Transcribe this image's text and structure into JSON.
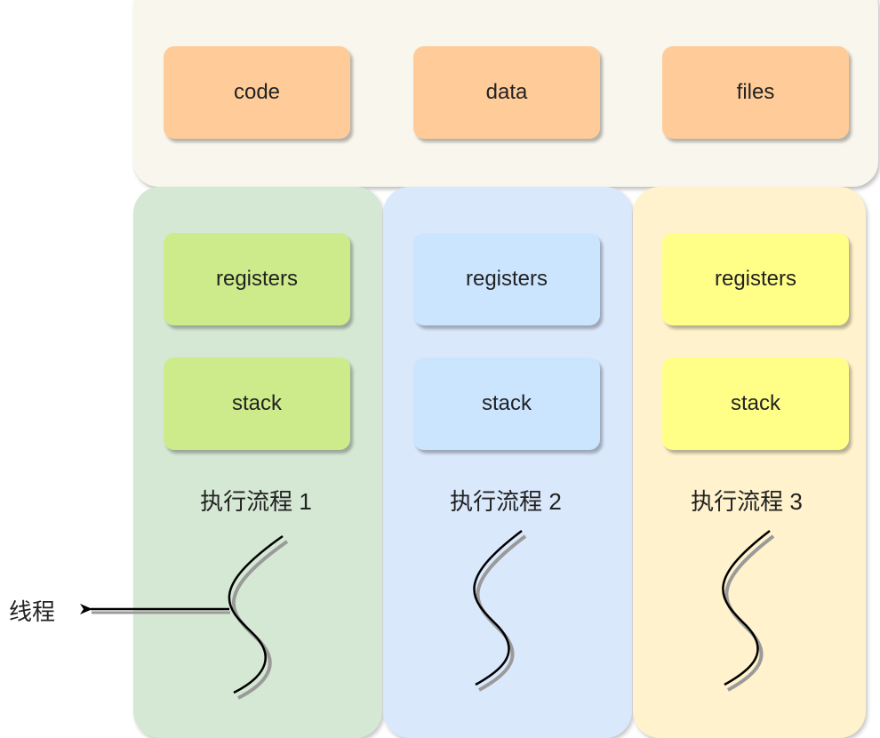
{
  "shared": {
    "code": "code",
    "data": "data",
    "files": "files"
  },
  "threads": [
    {
      "registers": "registers",
      "stack": "stack",
      "caption": "执行流程 1"
    },
    {
      "registers": "registers",
      "stack": "stack",
      "caption": "执行流程 2"
    },
    {
      "registers": "registers",
      "stack": "stack",
      "caption": "执行流程 3"
    }
  ],
  "side_label": "线程",
  "colors": {
    "shared_bg": "#f9f7ed",
    "shared_box": "#ffcc99",
    "thread1_bg": "#d5e8d4",
    "thread1_box": "#cdeb8b",
    "thread2_bg": "#dae8fc",
    "thread2_box": "#cce5ff",
    "thread3_bg": "#fff2cc",
    "thread3_box": "#ffff88"
  }
}
